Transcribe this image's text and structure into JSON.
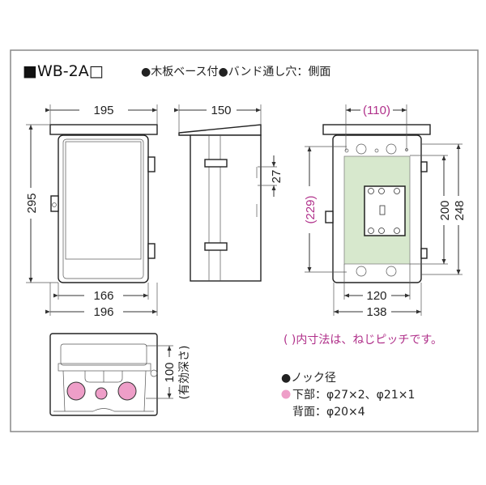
{
  "title": {
    "model": "■WB-2A□",
    "features": "●木板ベース付●バンド通し穴：側面"
  },
  "front_view": {
    "width_top": "195",
    "height": "295",
    "inner_width": "166",
    "outer_width": "196"
  },
  "side_view": {
    "depth": "150",
    "band_hole": "27"
  },
  "rear_view": {
    "pitch_width": "(110)",
    "pitch_height": "(229)",
    "panel_height": "200",
    "outer_height": "248",
    "panel_width": "120",
    "outer_width": "138"
  },
  "bottom_view": {
    "depth": "100",
    "depth_note": "(有効深さ)"
  },
  "notes": {
    "pitch_note": "( )内寸法は、ねじピッチです。",
    "knock_title": "●ノック径",
    "knock_bottom": "下部：φ27×2、φ21×1",
    "knock_back": "背面：φ20×4"
  },
  "colors": {
    "accent_text": "#b0308a",
    "knockout": "#ee9ec8",
    "panel": "#d7e8cd",
    "frame": "#888888"
  }
}
